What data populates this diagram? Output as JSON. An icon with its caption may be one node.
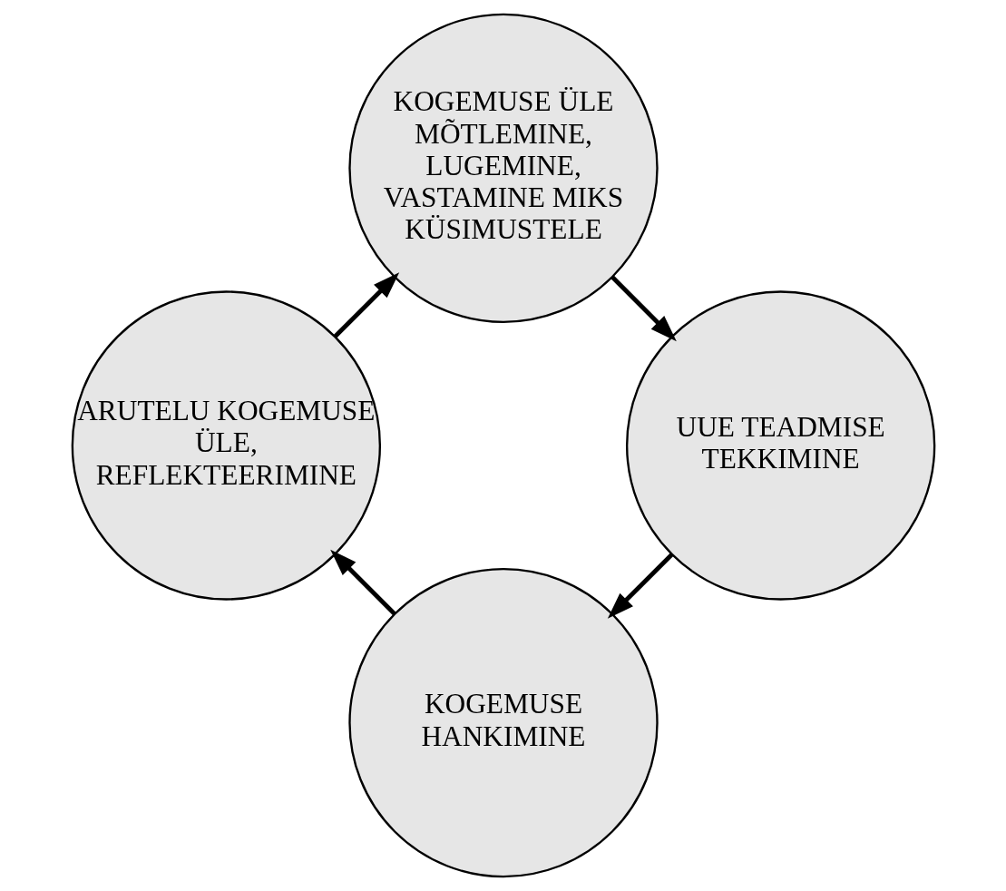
{
  "diagram": {
    "nodes": [
      {
        "text": [
          "KOGEMUSE HANKIMINE"
        ]
      },
      {
        "text": [
          "ARUTELU KOGEMUSE ÜLE, REFLEKTEERIMINE"
        ]
      },
      {
        "text": [
          "KOGEMUSE ÜLE MÕTLEMINE, LUGEMINE, VASTAMINE MIKS KÜSIMUSTELE"
        ]
      },
      {
        "text": [
          "UUE TEADMISE TEKKIMINE"
        ]
      }
    ],
    "edges": [
      {
        "from": 0,
        "to": 1,
        "arrow": "to"
      },
      {
        "from": 1,
        "to": 2,
        "arrow": "to"
      },
      {
        "from": 2,
        "to": 3,
        "arrow": "to"
      },
      {
        "from": 3,
        "to": 0,
        "arrow": "to"
      }
    ]
  }
}
